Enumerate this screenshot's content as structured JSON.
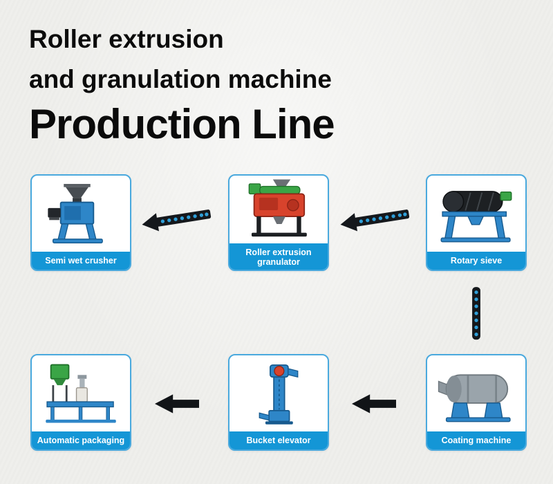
{
  "title": {
    "line1": "Roller extrusion",
    "line2": "and granulation machine",
    "line3": "Production Line"
  },
  "flow": {
    "row1": [
      {
        "id": "semi-wet-crusher",
        "label": "Semi wet crusher"
      },
      {
        "id": "roller-extrusion-granulator",
        "label": "Roller extrusion granulator"
      },
      {
        "id": "rotary-sieve",
        "label": "Rotary sieve"
      }
    ],
    "row2": [
      {
        "id": "automatic-packaging",
        "label": "Automatic packaging"
      },
      {
        "id": "bucket-elevator",
        "label": "Bucket elevator"
      },
      {
        "id": "coating-machine",
        "label": "Coating machine"
      }
    ]
  },
  "colors": {
    "accent_blue": "#1496d6",
    "card_border": "#49a9de",
    "machine_blue": "#2e86c8",
    "machine_red": "#d8432c",
    "machine_green": "#3aa546",
    "arrow_black": "#15181c",
    "background": "#efefec"
  }
}
